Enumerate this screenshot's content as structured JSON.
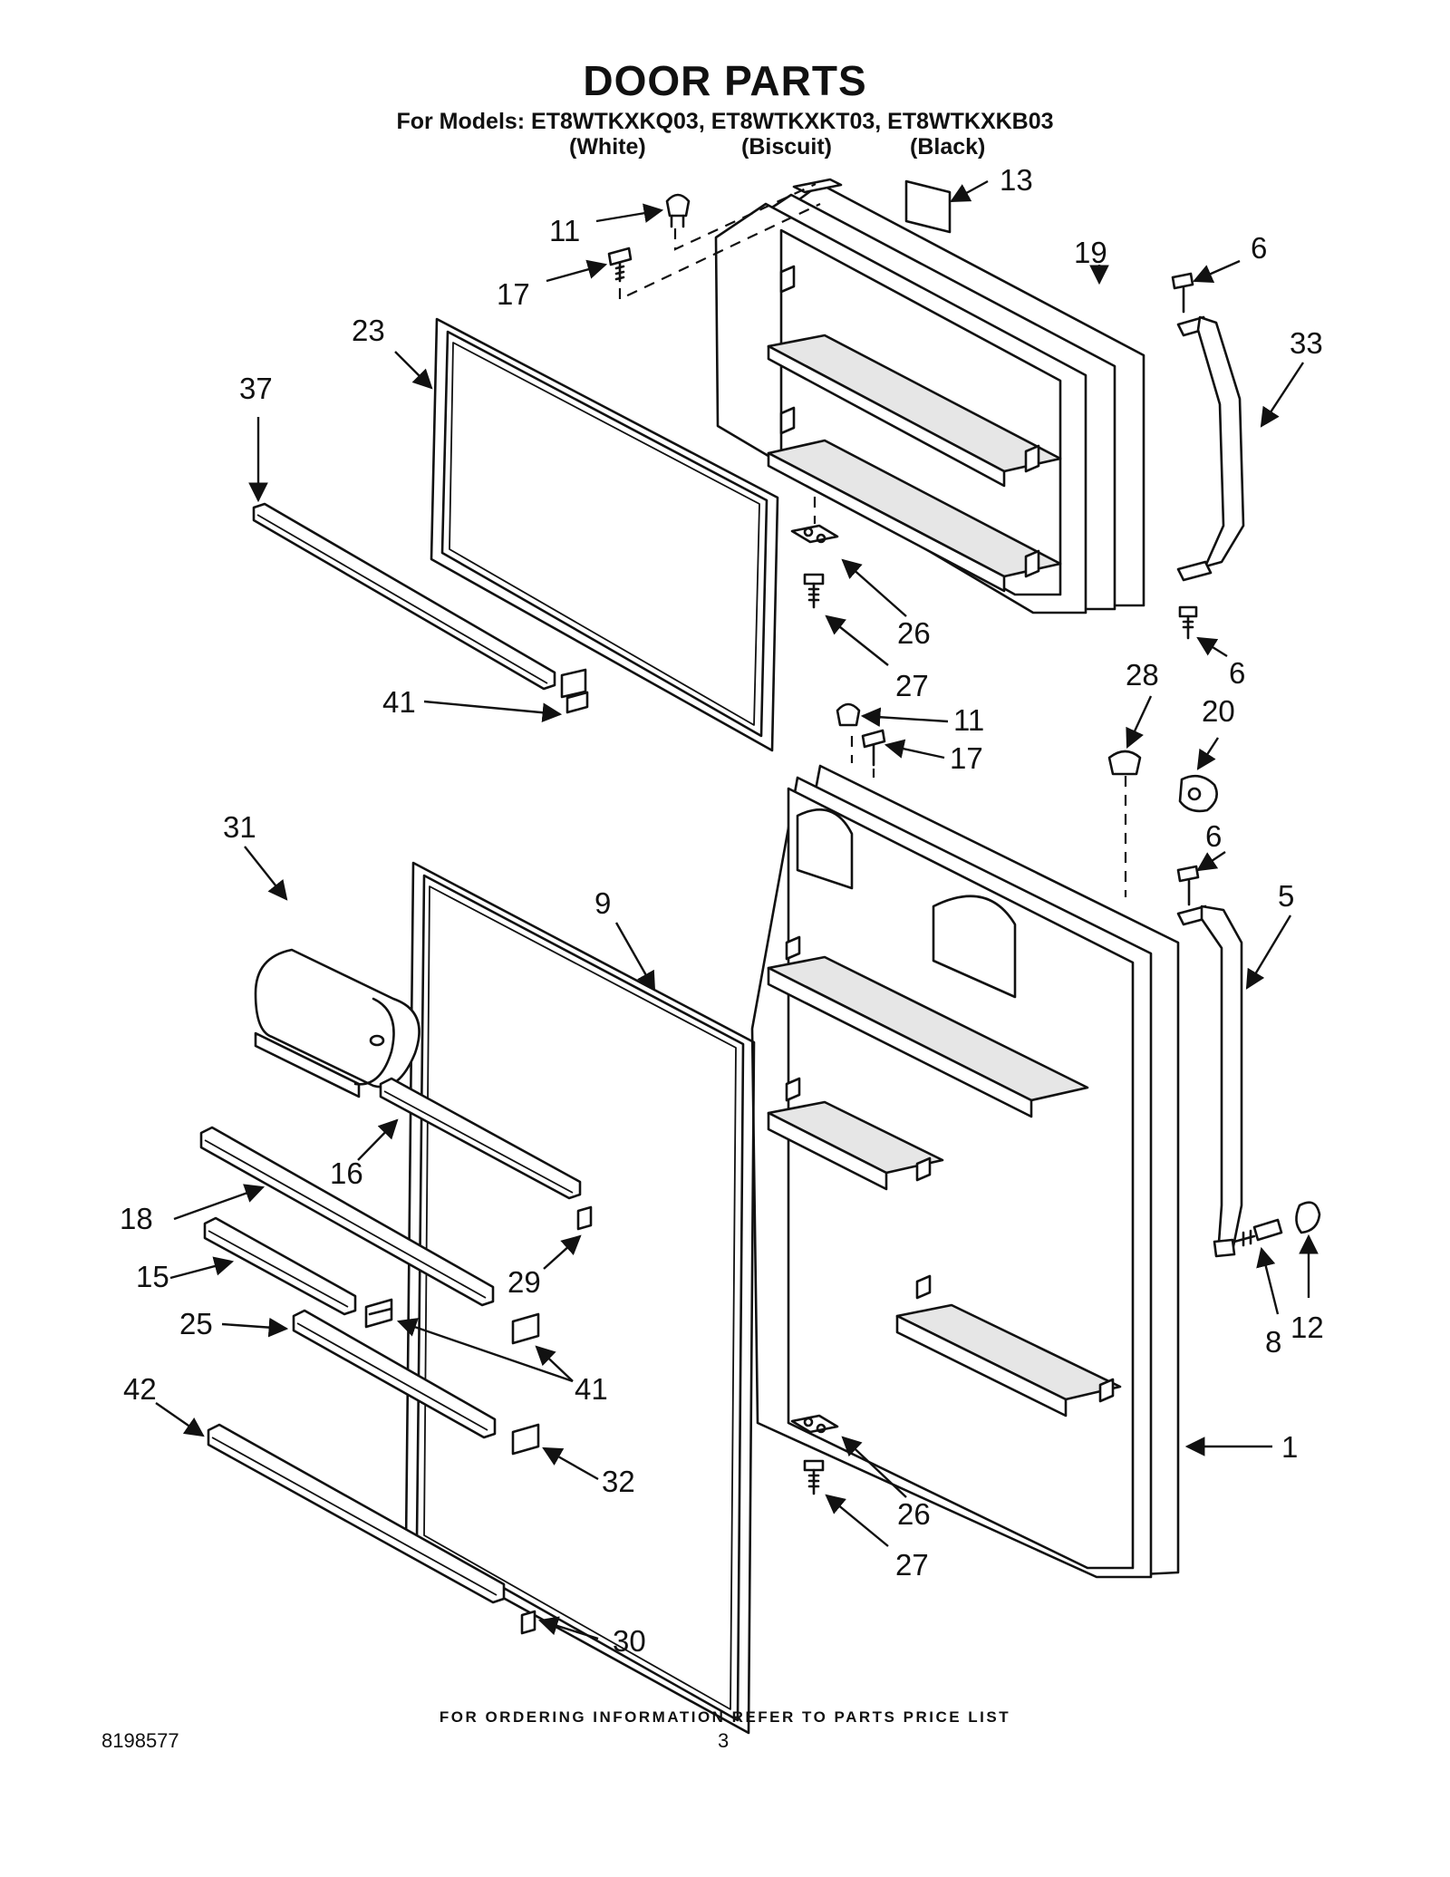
{
  "header": {
    "title": "DOOR PARTS",
    "models_line": "For Models: ET8WTKXKQ03, ET8WTKXKT03, ET8WTKXKB03",
    "colors": [
      "(White)",
      "(Biscuit)",
      "(Black)"
    ]
  },
  "callouts": [
    {
      "id": "c13",
      "label": "13"
    },
    {
      "id": "c11a",
      "label": "11"
    },
    {
      "id": "c19",
      "label": "19"
    },
    {
      "id": "c6a",
      "label": "6"
    },
    {
      "id": "c17a",
      "label": "17"
    },
    {
      "id": "c33",
      "label": "33"
    },
    {
      "id": "c23",
      "label": "23"
    },
    {
      "id": "c37",
      "label": "37"
    },
    {
      "id": "c26a",
      "label": "26"
    },
    {
      "id": "c27a",
      "label": "27"
    },
    {
      "id": "c6b",
      "label": "6"
    },
    {
      "id": "c28",
      "label": "28"
    },
    {
      "id": "c41a",
      "label": "41"
    },
    {
      "id": "c11b",
      "label": "11"
    },
    {
      "id": "c20",
      "label": "20"
    },
    {
      "id": "c17b",
      "label": "17"
    },
    {
      "id": "c31",
      "label": "31"
    },
    {
      "id": "c6c",
      "label": "6"
    },
    {
      "id": "c9",
      "label": "9"
    },
    {
      "id": "c5",
      "label": "5"
    },
    {
      "id": "c16",
      "label": "16"
    },
    {
      "id": "c18",
      "label": "18"
    },
    {
      "id": "c29",
      "label": "29"
    },
    {
      "id": "c15",
      "label": "15"
    },
    {
      "id": "c12",
      "label": "12"
    },
    {
      "id": "c25",
      "label": "25"
    },
    {
      "id": "c8",
      "label": "8"
    },
    {
      "id": "c41b",
      "label": "41"
    },
    {
      "id": "c42",
      "label": "42"
    },
    {
      "id": "c1",
      "label": "1"
    },
    {
      "id": "c32",
      "label": "32"
    },
    {
      "id": "c26b",
      "label": "26"
    },
    {
      "id": "c27b",
      "label": "27"
    },
    {
      "id": "c30",
      "label": "30"
    }
  ],
  "footer": {
    "ordering_note": "FOR ORDERING INFORMATION REFER TO PARTS PRICE LIST",
    "doc_number": "8198577",
    "page_number": "3"
  }
}
